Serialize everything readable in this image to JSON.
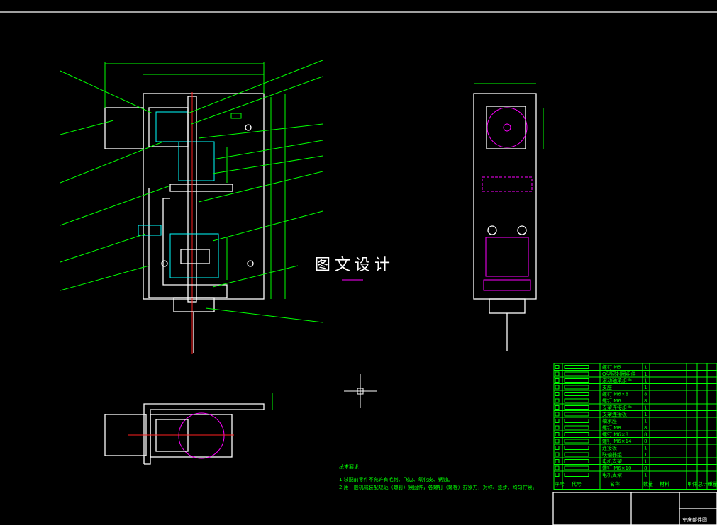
{
  "watermark": {
    "text": "图文设计"
  },
  "tech_requirements": {
    "title": "技术要求",
    "lines": [
      "1.装配前零件不允许有毛刺、飞边、氧化皮、锈蚀。",
      "2.用一般机械装配规范（螺钉）紧固件，各螺钉（螺栓）拧紧力，对称、逐步、均匀拧紧。"
    ]
  },
  "parts_list": {
    "headers": [
      "序号",
      "代号",
      "名称",
      "数量",
      "材料",
      "单件",
      "总计",
      "重量"
    ],
    "rows": [
      {
        "name": "螺钉 M5",
        "qty": "1"
      },
      {
        "name": "O型密封圈组件",
        "qty": "1"
      },
      {
        "name": "滚动轴承组件",
        "qty": "1"
      },
      {
        "name": "支座",
        "qty": "1"
      },
      {
        "name": "螺钉 M6×8",
        "qty": "8"
      },
      {
        "name": "螺钉 M6",
        "qty": "8"
      },
      {
        "name": "支架连接组件",
        "qty": "1"
      },
      {
        "name": "支架连接板",
        "qty": "1"
      },
      {
        "name": "轴承座",
        "qty": "1"
      },
      {
        "name": "螺钉 M8",
        "qty": "8"
      },
      {
        "name": "螺钉 M6×8",
        "qty": "8"
      },
      {
        "name": "螺钉 M6×14",
        "qty": "8"
      },
      {
        "name": "连接板",
        "qty": "1"
      },
      {
        "name": "联轴器组",
        "qty": "1"
      },
      {
        "name": "电机支架",
        "qty": "1"
      },
      {
        "name": "螺钉 M6×10",
        "qty": "8"
      },
      {
        "name": "电机支架",
        "qty": "1"
      }
    ]
  },
  "title_block": {
    "title": "车床部件图"
  },
  "colors": {
    "green": "#00ff00",
    "white": "#ffffff",
    "magenta": "#ff00ff",
    "cyan": "#00ffff",
    "red": "#ff2020"
  }
}
